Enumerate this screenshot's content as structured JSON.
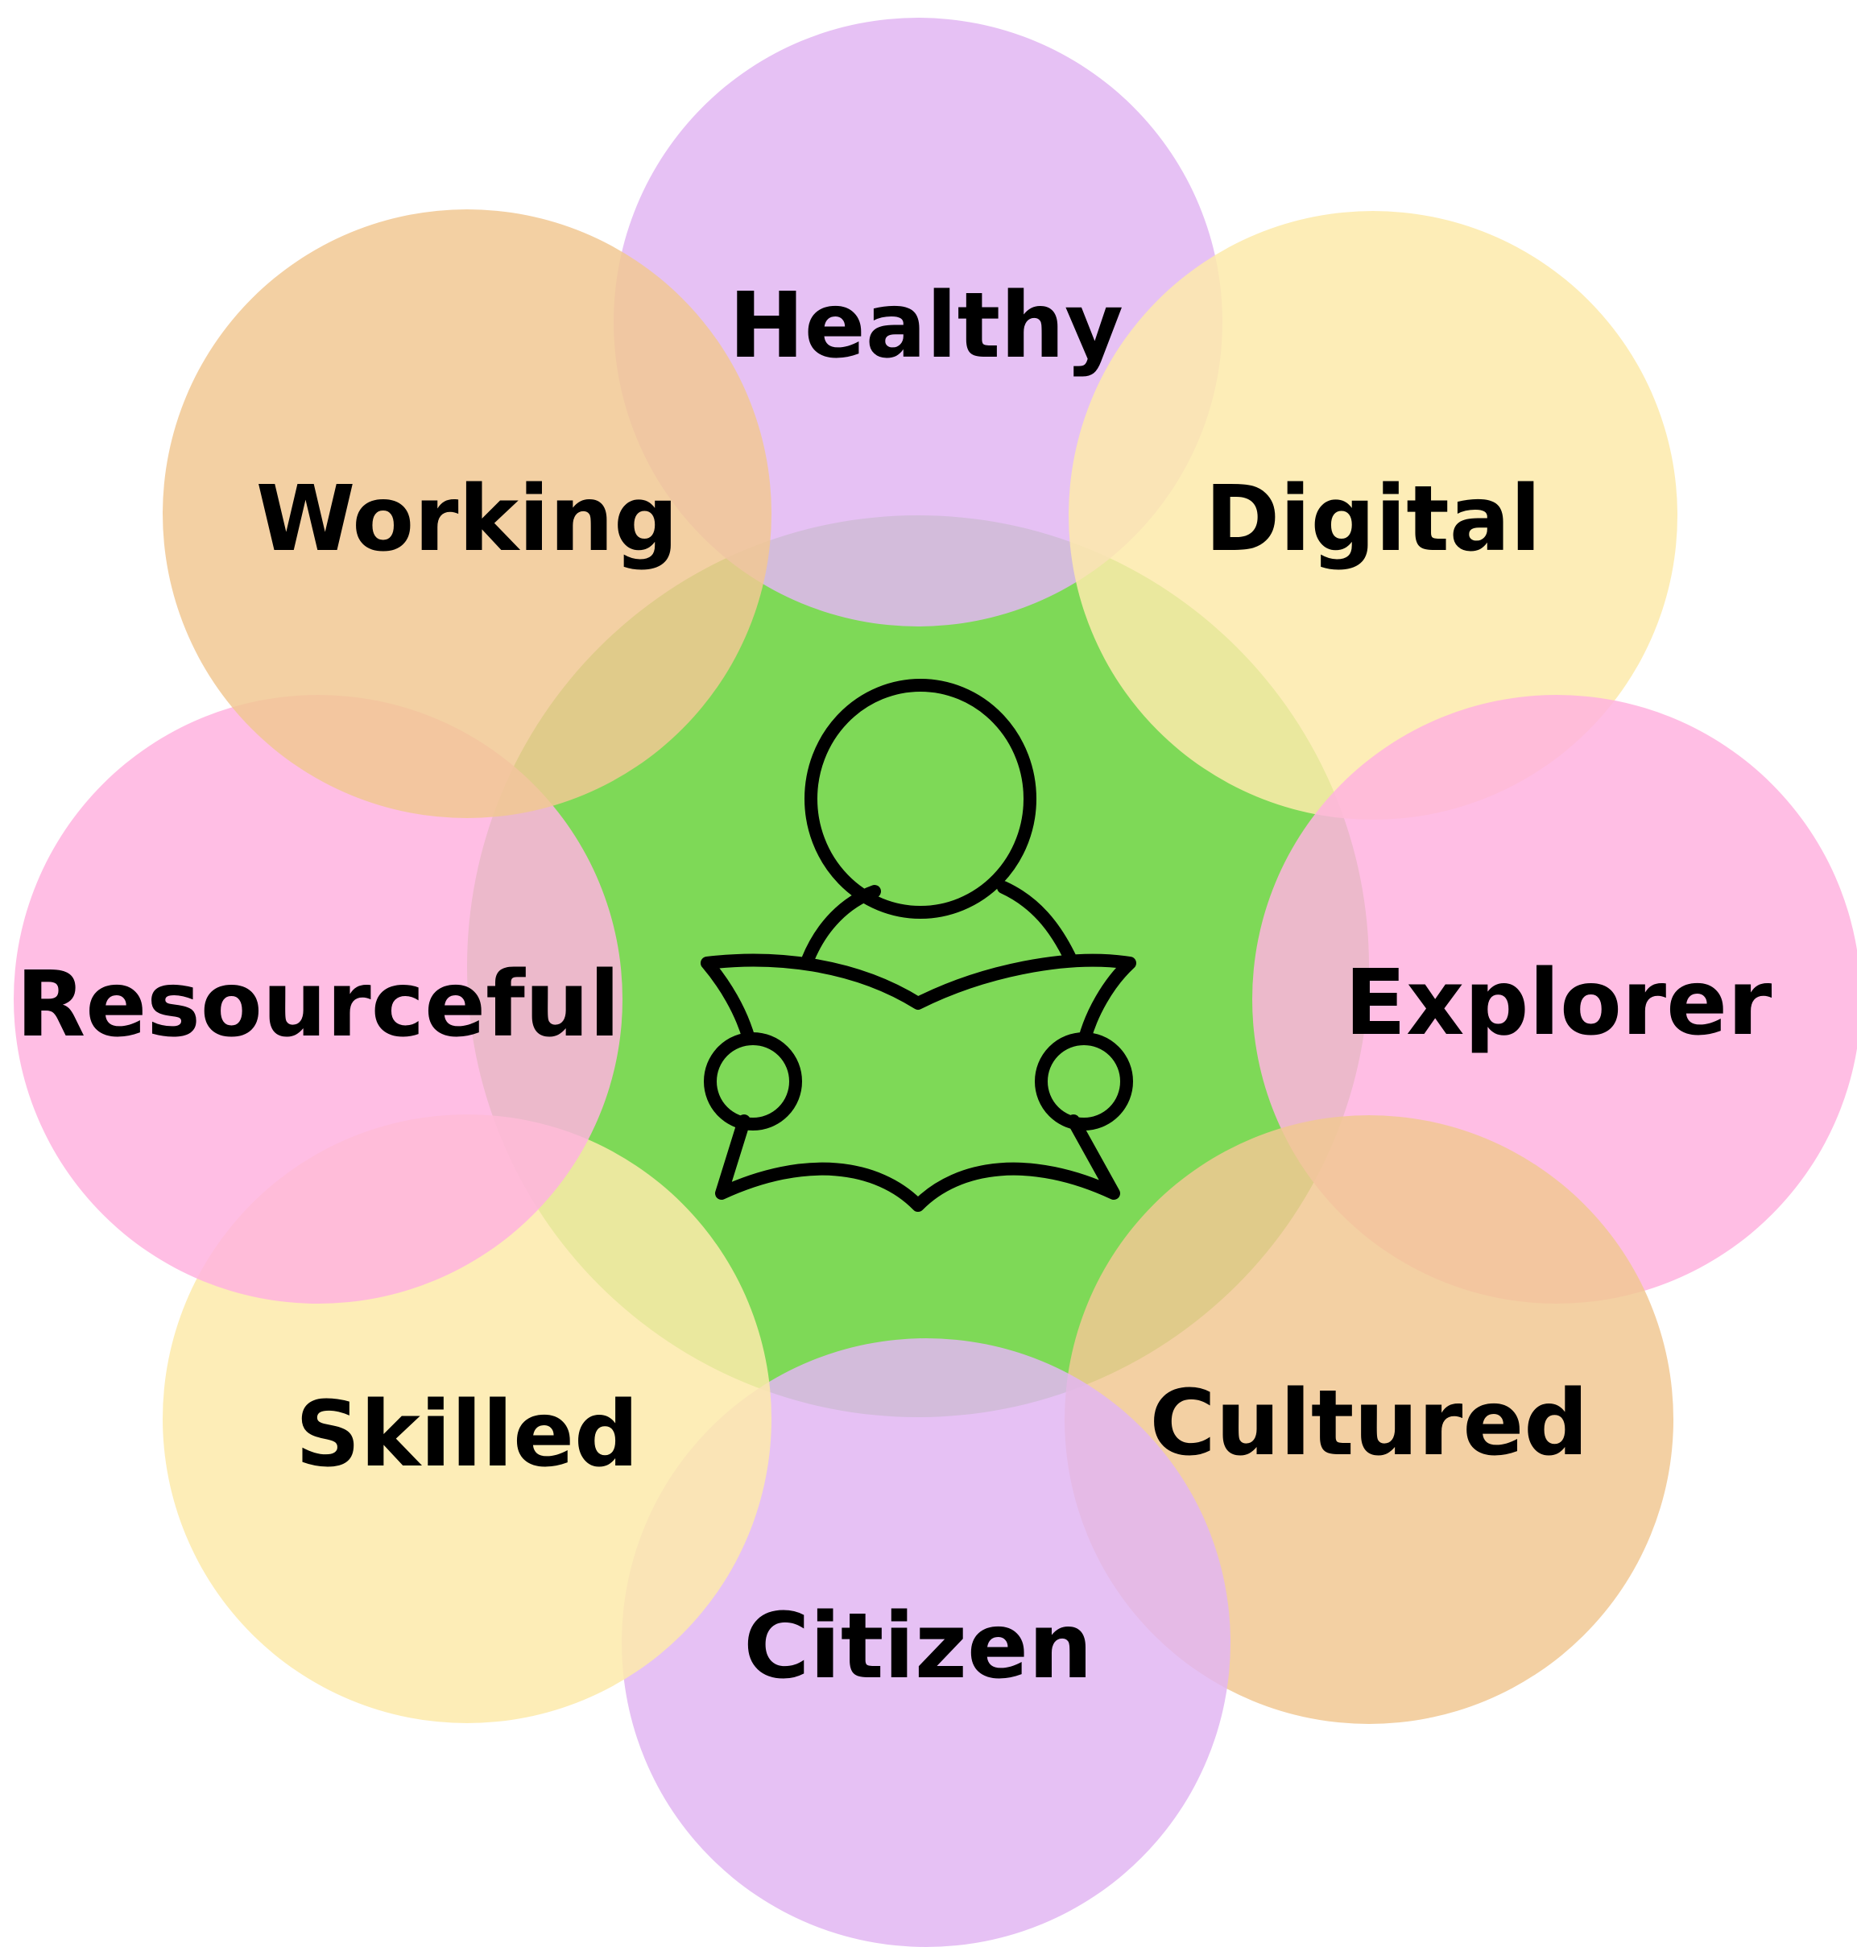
{
  "diagram": {
    "center": {
      "icon": "reader-with-book-icon",
      "color": "#7ED957"
    },
    "petals": [
      {
        "label": "Healthy",
        "color": "#E2B6F2"
      },
      {
        "label": "Digital",
        "color": "#FDEAAA"
      },
      {
        "label": "Explorer",
        "color": "#FFB3DF"
      },
      {
        "label": "Cultured",
        "color": "#F1C893"
      },
      {
        "label": "Citizen",
        "color": "#E2B6F2"
      },
      {
        "label": "Skilled",
        "color": "#FDEAAA"
      },
      {
        "label": "Resourceful",
        "color": "#FFB3DF"
      },
      {
        "label": "Working",
        "color": "#F1C893"
      }
    ]
  }
}
